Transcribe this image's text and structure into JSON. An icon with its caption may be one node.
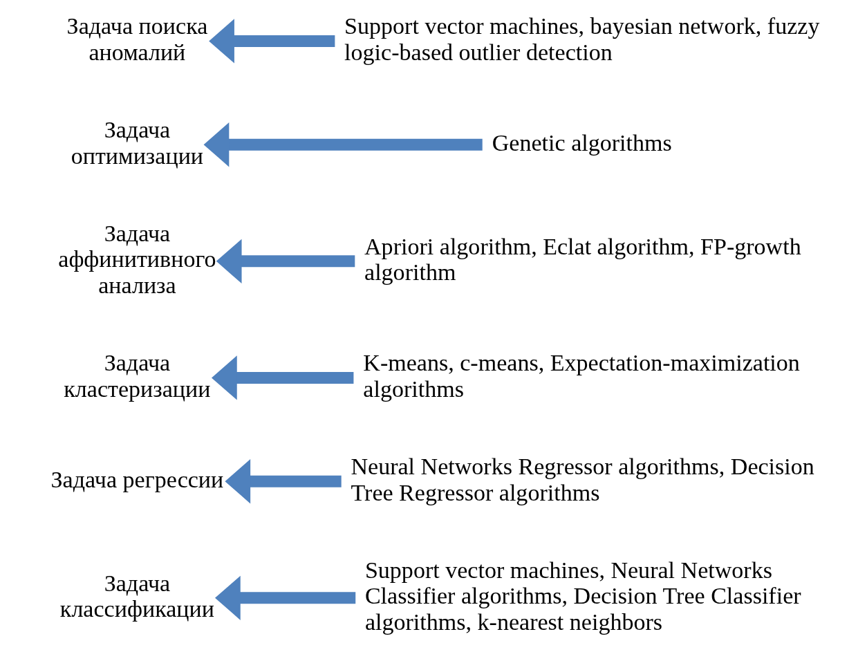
{
  "diagram": {
    "nodes": [
      {
        "text": [
          "Задача классификации"
        ]
      },
      {
        "text": [
          "Support vector machines, Neural Networks Classifier algorithms, Decision Tree Classifier algorithms, k-nearest neighbors"
        ]
      },
      {
        "text": [
          "Задача регрессии"
        ]
      },
      {
        "text": [
          "Neural Networks Regressor algorithms, Decision Tree Regressor algorithms"
        ]
      },
      {
        "text": [
          "Задача кластеризации"
        ]
      },
      {
        "text": [
          "K-means, c-means, Expectation-maximization algorithms"
        ]
      },
      {
        "text": [
          "Задача аффинитивного анализа"
        ]
      },
      {
        "text": [
          "Apriori algorithm, Eclat algorithm, FP-growth algorithm"
        ]
      },
      {
        "text": [
          "Задача оптимизации"
        ]
      },
      {
        "text": [
          "Genetic algorithms"
        ]
      },
      {
        "text": [
          "Задача поиска аномалий"
        ]
      },
      {
        "text": [
          "Support vector machines, bayesian network, fuzzy logic-based outlier detection"
        ]
      }
    ],
    "edges": [
      {
        "from": 1,
        "to": 0,
        "arrow": "to"
      },
      {
        "from": 3,
        "to": 2,
        "arrow": "to"
      },
      {
        "from": 5,
        "to": 4,
        "arrow": "to"
      },
      {
        "from": 7,
        "to": 6,
        "arrow": "to"
      },
      {
        "from": 9,
        "to": 8,
        "arrow": "to"
      },
      {
        "from": 11,
        "to": 10,
        "arrow": "to"
      }
    ]
  }
}
